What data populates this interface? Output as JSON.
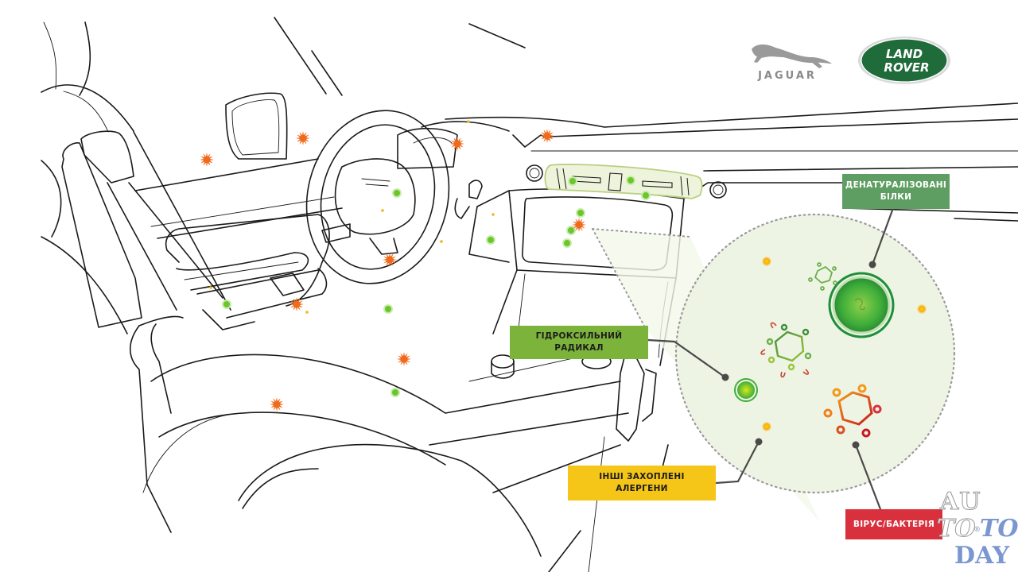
{
  "brands": {
    "jaguar": "JAGUAR",
    "land_rover_line1": "LAND",
    "land_rover_line2": "ROVER"
  },
  "labels": {
    "denatured_proteins": {
      "line1": "ДЕНАТУРАЛІЗОВАНІ",
      "line2": "БІЛКИ"
    },
    "hydroxyl_radical": {
      "line1": "ГІДРОКСИЛЬНИЙ",
      "line2": "РАДИКАЛ"
    },
    "other_allergens": {
      "line1": "ІНШІ ЗАХОПЛЕНІ",
      "line2": "АЛЕРГЕНИ"
    },
    "virus_bacteria": {
      "line1": "ВІРУС/БАКТЕРІЯ"
    }
  },
  "watermark": {
    "line1": "AU",
    "line2a": "TO",
    "registered": "®",
    "line2b": "TO",
    "line3": "DAY"
  },
  "colors": {
    "proteins_label": "#5f9e63",
    "hydroxyl_label": "#7cb33b",
    "allergens_label": "#f5c518",
    "virus_label": "#d9303e",
    "zoom_circle_fill": "#eef4e4",
    "particle_green": "#6cc62b",
    "particle_orange": "#f06a1c",
    "particle_yellow": "#f2b51a",
    "line_art": "#1a1a1a",
    "land_rover_green": "#1f6b3a",
    "watermark_blue": "#7b97d1"
  },
  "legend_icons": [
    "denatured-protein-icon",
    "hydroxyl-radical-icon",
    "allergen-particle-icon",
    "virus-bacteria-icon"
  ]
}
